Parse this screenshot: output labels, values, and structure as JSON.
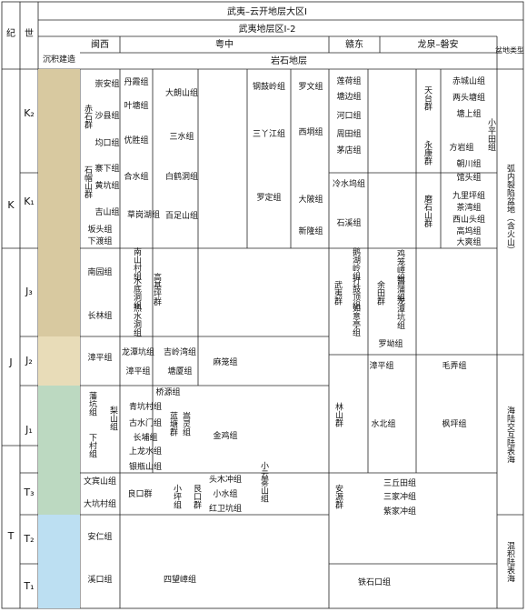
{
  "header": {
    "row1": "武夷–云开地层大区Ⅰ",
    "row2": "武夷地层区Ⅰ-2",
    "col_era": "纪",
    "col_epoch": "世",
    "col_sed": "沉积建造",
    "basin_type": "盆地类型",
    "regions": [
      "闽西",
      "粤中",
      "赣东",
      "龙泉–磐安"
    ],
    "yanshi": "岩石地层"
  },
  "periods": [
    "K",
    "J",
    "T"
  ],
  "epochs": [
    "K₂",
    "K₁",
    "J₃",
    "J₂",
    "J₁",
    "T₃",
    "T₂",
    "T₁"
  ],
  "basins": [
    "弧内裂陷盆地（含火山）",
    "海陆交互陆表海",
    "混积陆表海"
  ],
  "units": {
    "minxi": [
      "崇安组",
      "沙县组",
      "赤石群",
      "均口组",
      "寨下组",
      "黄坑组",
      "石帽山群",
      "吉山组",
      "坂头组",
      "下渡组",
      "南园组",
      "长林组",
      "漳平组",
      "藩坑组",
      "梨山组",
      "下村组",
      "文宾山组",
      "大坑村组",
      "安仁组",
      "溪口组"
    ],
    "yuezhong": [
      "丹霞组",
      "叶塘组",
      "优胜组",
      "合水组",
      "草岗湖组",
      "大朗山组",
      "三水组",
      "白鹤洞组",
      "百足山组",
      "南山村组",
      "水底洞组",
      "热水洞组",
      "高基坪群",
      "龙潭坑组",
      "漳平组",
      "吉岭湾组",
      "塘厦组",
      "麻笼组",
      "桥源组",
      "青坑村组",
      "古水门组",
      "长埔组",
      "上龙水组",
      "银瓶山组",
      "蓝塘群",
      "嵩灵组",
      "金鸡组",
      "良口群",
      "小坪组",
      "艮口群",
      "头木冲组",
      "小水组",
      "红卫坑组",
      "小云雾山组",
      "四望嶂组"
    ],
    "mid": [
      "钢鼓岭组",
      "罗文组",
      "三丫江组",
      "西垌组",
      "罗定组",
      "大陂组",
      "新隆组"
    ],
    "gandong": [
      "莲荷组",
      "塘边组",
      "河口组",
      "周田组",
      "茅店组",
      "冷水坞组",
      "石溪组",
      "武夷群",
      "鹅湖岭组",
      "打鼓顶组",
      "如意亭组",
      "余田群",
      "鸡笼嶂组",
      "菖蒲组",
      "龙潭坑组",
      "罗坳组",
      "漳平组",
      "林山群",
      "水北组",
      "安源群",
      "三丘田组",
      "三家冲组",
      "紫家冲组",
      "铁石口组"
    ],
    "longquan": [
      "天台群",
      "赤城山组",
      "两头塘组",
      "塘上组",
      "永康群",
      "方岩组",
      "小平田组",
      "朝川组",
      "馆头组",
      "磨石山群",
      "九里坪组",
      "茶湾组",
      "西山头组",
      "高坞组",
      "大爽组",
      "毛弄组",
      "枫坪组"
    ]
  }
}
